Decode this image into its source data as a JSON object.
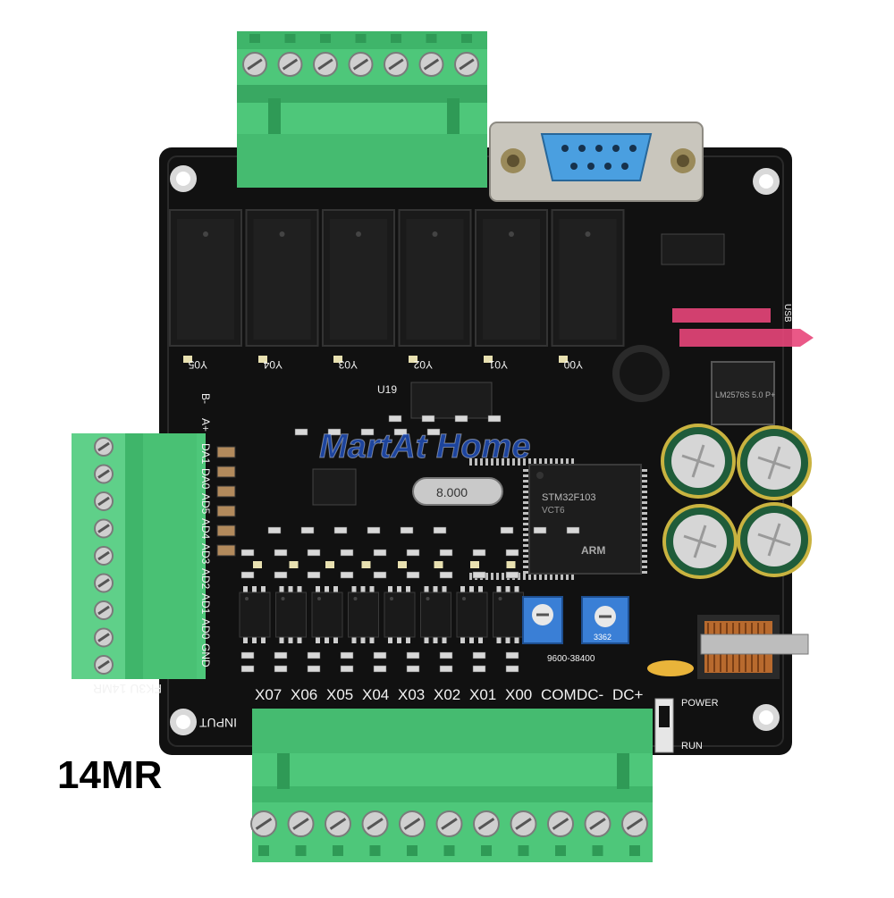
{
  "caption": "14MR",
  "watermark": "MartAt Home",
  "board": {
    "model_silk": "FK3U 14MR",
    "input_silk": "INPUT",
    "output_labels": [
      "Y05",
      "Y04",
      "Y03",
      "Y02",
      "Y01",
      "Y00"
    ],
    "input_terminal_labels": [
      "X07",
      "X06",
      "X05",
      "X04",
      "X03",
      "X02",
      "X01",
      "X00",
      "COM",
      "DC-",
      "DC+"
    ],
    "analog_labels": [
      "B-",
      "A+",
      "DA1",
      "DA0",
      "AD5",
      "AD4",
      "AD3",
      "AD2",
      "AD1",
      "AD0",
      "GND"
    ],
    "baud_silk": "9600-38400",
    "crystal": "8.000",
    "mcu_lines": [
      "STM32F103",
      "VCT6",
      "ARM"
    ],
    "regulator": "LM2576S 5.0 P+",
    "power_label": "POWER",
    "run_label": "RUN",
    "pot_value": "3362",
    "ic_label": "U19",
    "usb_label": "USB",
    "colors": {
      "pcb": "#111111",
      "terminal": "#4ec77a",
      "terminal_dark": "#2f9a56",
      "relay": "#1a1a1a",
      "db9_shell": "#c9c6bd",
      "db9_insert": "#4a9fe0",
      "capacitor": "#1f5c3a",
      "trimpot": "#3a7fd6",
      "silk": "#f2f2f2",
      "watermark": "#2255cc"
    }
  }
}
